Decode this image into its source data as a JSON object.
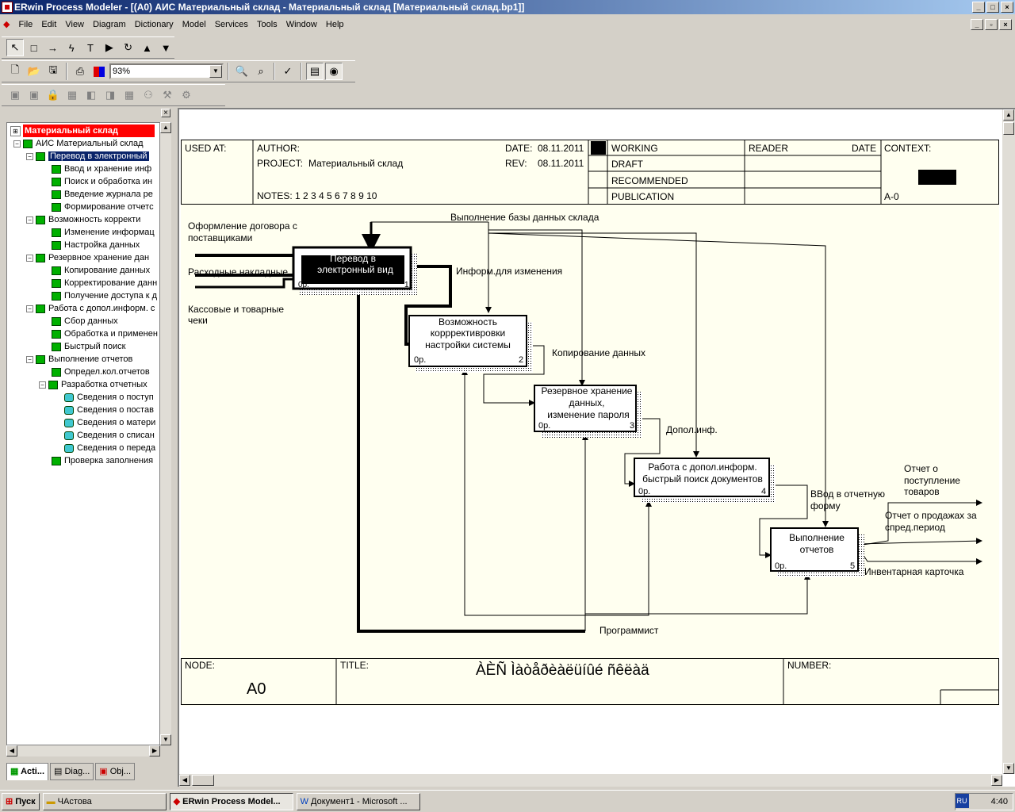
{
  "window": {
    "title": "ERwin Process Modeler - [(A0) АИС Материальный склад - Материальный склад  [Материальный склад.bp1]]"
  },
  "menu": [
    {
      "label": "File"
    },
    {
      "label": "Edit"
    },
    {
      "label": "View"
    },
    {
      "label": "Diagram"
    },
    {
      "label": "Dictionary"
    },
    {
      "label": "Model"
    },
    {
      "label": "Services"
    },
    {
      "label": "Tools"
    },
    {
      "label": "Window"
    },
    {
      "label": "Help"
    }
  ],
  "toolbar": {
    "zoom_value": "93%"
  },
  "tree": {
    "items": [
      {
        "label": "Материальный склад"
      },
      {
        "label": "АИС Материальный склад"
      },
      {
        "label": "Перевод в  электронный"
      },
      {
        "label": "Ввод и хранение  инф"
      },
      {
        "label": "Поиск и обработка  ин"
      },
      {
        "label": "Введение журнала  ре"
      },
      {
        "label": "Формирование отчетс"
      },
      {
        "label": "Возможность  корректи"
      },
      {
        "label": "Изменение информац"
      },
      {
        "label": "Настройка данных"
      },
      {
        "label": "Резервное хранение  дан"
      },
      {
        "label": "Копирование  данных"
      },
      {
        "label": "Корректирование данн"
      },
      {
        "label": "Получение доступа к д"
      },
      {
        "label": "Работа с допол.информ. с"
      },
      {
        "label": "Сбор данных"
      },
      {
        "label": "Обработка и применен"
      },
      {
        "label": "Быстрый поиск"
      },
      {
        "label": "Выполнение  отчетов"
      },
      {
        "label": "Определ.кол.отчетов"
      },
      {
        "label": "Разработка отчетных"
      },
      {
        "label": "Сведения о  поступ"
      },
      {
        "label": "Сведения  о постав"
      },
      {
        "label": "Сведения о  матери"
      },
      {
        "label": "Сведения о  списан"
      },
      {
        "label": "Сведения о  переда"
      },
      {
        "label": "Проверка заполнения"
      }
    ]
  },
  "panel_tabs": [
    {
      "label": "Acti..."
    },
    {
      "label": "Diag..."
    },
    {
      "label": "Obj..."
    }
  ],
  "header": {
    "used_at": "USED AT:",
    "author": "AUTHOR:",
    "project_label": "PROJECT:",
    "project": "Материальный склад",
    "notes": "NOTES:  1  2  3  4  5  6  7  8  9  10",
    "date_label": "DATE:",
    "date": "08.11.2011",
    "rev_label": "REV:",
    "rev": "08.11.2011",
    "status": [
      "WORKING",
      "DRAFT",
      "RECOMMENDED",
      "PUBLICATION"
    ],
    "reader": "READER",
    "reader_date": "DATE",
    "context": "CONTEXT:",
    "context_id": "A-0"
  },
  "footer": {
    "node_label": "NODE:",
    "node": "A0",
    "title_label": "TITLE:",
    "title": "ÀÈÑ Ìàòåðèàëüíûé ñêëàä",
    "number_label": "NUMBER:"
  },
  "boxes": [
    {
      "line1": "Перевод в",
      "line2": "электронный вид",
      "line3": "",
      "cost": "0р.",
      "num": "1"
    },
    {
      "line1": "Возможность",
      "line2": "корррективровки",
      "line3": "настройки системы",
      "cost": "0р.",
      "num": "2"
    },
    {
      "line1": "Резервное хранение",
      "line2": "данных,",
      "line3": "изменение пароля",
      "cost": "0р.",
      "num": "3"
    },
    {
      "line1": "Работа с допол.информ.",
      "line2": "быстрый поиск документов",
      "line3": "",
      "cost": "0р.",
      "num": "4"
    },
    {
      "line1": "Выполнение",
      "line2": "отчетов",
      "line3": "",
      "cost": "0р.",
      "num": "5"
    }
  ],
  "arrows": {
    "contract_1": "Оформление договора с",
    "contract_2": "поставщиками",
    "invoices": "Расходные накладные",
    "receipts_1": "Кассовые и товарные",
    "receipts_2": "чеки",
    "db": "Выполнение базы данных склада",
    "info_change": "Информ.для изменения",
    "copy": "Копирование данных",
    "extra_info": "Допол.инф.",
    "input_1": "ВВод в отчетную",
    "input_2": "форму",
    "rep1_1": "Отчет о",
    "rep1_2": "поступление",
    "rep1_3": "товаров",
    "rep2_1": "Отчет о продажах за",
    "rep2_2": "спред.период",
    "inventory": "Инвентарная карточка",
    "programmer": "Программист"
  },
  "taskbar": {
    "start": "Пуск",
    "tasks": [
      {
        "label": "ЧАстова"
      },
      {
        "label": "ERwin Process Model..."
      },
      {
        "label": "Документ1 - Microsoft ..."
      }
    ],
    "lang": "RU",
    "clock": "4:40"
  }
}
